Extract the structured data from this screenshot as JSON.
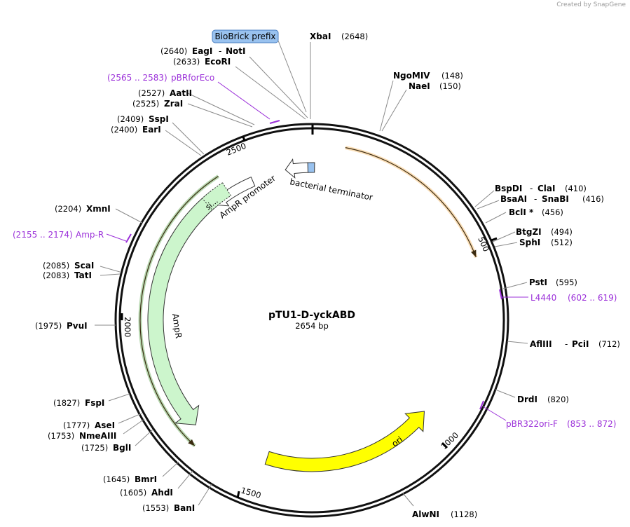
{
  "credit": "Created by  SnapGene",
  "plasmid": {
    "name": "pTU1-D-yckABD",
    "length_label": "2654 bp",
    "length": 2654
  },
  "tick_labels": [
    "500",
    "1000",
    "1500",
    "2000",
    "2500"
  ],
  "features": {
    "biobrick": "BioBrick prefix",
    "terminator": "bacterial terminator",
    "amp_promoter": "AmpR promoter",
    "signal": "si...",
    "ampr": "AmpR",
    "ori": "ori"
  },
  "sites": {
    "xbai": {
      "name": "XbaI",
      "pos": "(2648)"
    },
    "eagi": {
      "name": "EagI",
      "pos": "(2640)",
      "name2": "NotI"
    },
    "ecori": {
      "name": "EcoRI",
      "pos": "(2633)"
    },
    "aatii": {
      "name": "AatII",
      "pos": "(2527)"
    },
    "zrai": {
      "name": "ZraI",
      "pos": "(2525)"
    },
    "sspi": {
      "name": "SspI",
      "pos": "(2409)"
    },
    "eari": {
      "name": "EarI",
      "pos": "(2400)"
    },
    "xmni": {
      "name": "XmnI",
      "pos": "(2204)"
    },
    "scai": {
      "name": "ScaI",
      "pos": "(2085)"
    },
    "tati": {
      "name": "TatI",
      "pos": "(2083)"
    },
    "pvui": {
      "name": "PvuI",
      "pos": "(1975)"
    },
    "fspi": {
      "name": "FspI",
      "pos": "(1827)"
    },
    "asei": {
      "name": "AseI",
      "pos": "(1777)"
    },
    "nmeaiii": {
      "name": "NmeAIII",
      "pos": "(1753)"
    },
    "bgli": {
      "name": "BglI",
      "pos": "(1725)"
    },
    "bmri": {
      "name": "BmrI",
      "pos": "(1645)"
    },
    "ahdi": {
      "name": "AhdI",
      "pos": "(1605)"
    },
    "bani": {
      "name": "BanI",
      "pos": "(1553)"
    },
    "alwni": {
      "name": "AlwNI",
      "pos": "(1128)"
    },
    "drdi": {
      "name": "DrdI",
      "pos": "(820)"
    },
    "afliii": {
      "name": "AflIII",
      "pos": "(712)",
      "name2": "PciI"
    },
    "psti": {
      "name": "PstI",
      "pos": "(595)"
    },
    "sphi": {
      "name": "SphI",
      "pos": "(512)"
    },
    "btgzi": {
      "name": "BtgZI",
      "pos": "(494)"
    },
    "bcli": {
      "name": "BclI *",
      "pos": "(456)"
    },
    "bsaai": {
      "name": "BsaAI",
      "pos": "(416)",
      "name2": "SnaBI"
    },
    "bspdi": {
      "name": "BspDI",
      "pos": "(410)",
      "name2": "ClaI"
    },
    "nae": {
      "name": "NaeI",
      "pos": "(150)"
    },
    "ngomiv": {
      "name": "NgoMIV",
      "pos": "(148)"
    }
  },
  "primers": {
    "pbrforeco": {
      "name": "pBRforEco",
      "range": "(2565 .. 2583)"
    },
    "ampr": {
      "name": "Amp-R",
      "range": "(2155 .. 2174)"
    },
    "l4440": {
      "name": "L4440",
      "range": "(602 .. 619)"
    },
    "pbr322ori": {
      "name": "pBR322ori-F",
      "range": "(853 .. 872)"
    }
  },
  "colors": {
    "backbone": "#111111",
    "ampr_fill": "#ccf5cc",
    "ampr_track": "#2e8b1a",
    "ori_fill": "#ffff00",
    "orange_track": "#f0a030",
    "terminator_fill": "#99c2ef",
    "primer": "#9b30d9"
  }
}
